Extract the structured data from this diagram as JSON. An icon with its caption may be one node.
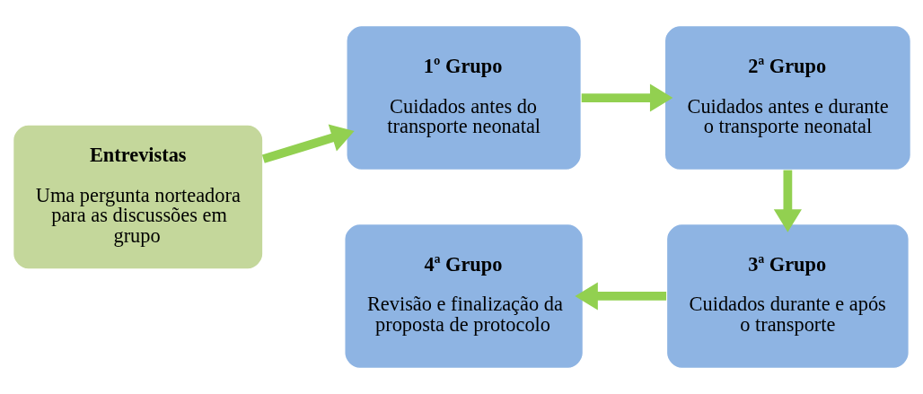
{
  "diagram": {
    "nodes": [
      {
        "text": [
          "Entrevistas",
          "Uma pergunta norteadora para as discussões em grupo"
        ]
      },
      {
        "text": [
          "1º Grupo",
          "Cuidados antes do transporte neonatal"
        ]
      },
      {
        "text": [
          "2ª Grupo",
          "Cuidados antes e durante o transporte neonatal"
        ]
      },
      {
        "text": [
          "3ª Grupo",
          "Cuidados durante e após o transporte"
        ]
      },
      {
        "text": [
          "4ª Grupo",
          "Revisão e finalização da proposta de protocolo"
        ]
      }
    ],
    "edges": [
      {
        "from": 0,
        "to": 1,
        "arrow": "to"
      },
      {
        "from": 1,
        "to": 2,
        "arrow": "to"
      },
      {
        "from": 2,
        "to": 3,
        "arrow": "to"
      },
      {
        "from": 3,
        "to": 4,
        "arrow": "to"
      }
    ]
  }
}
